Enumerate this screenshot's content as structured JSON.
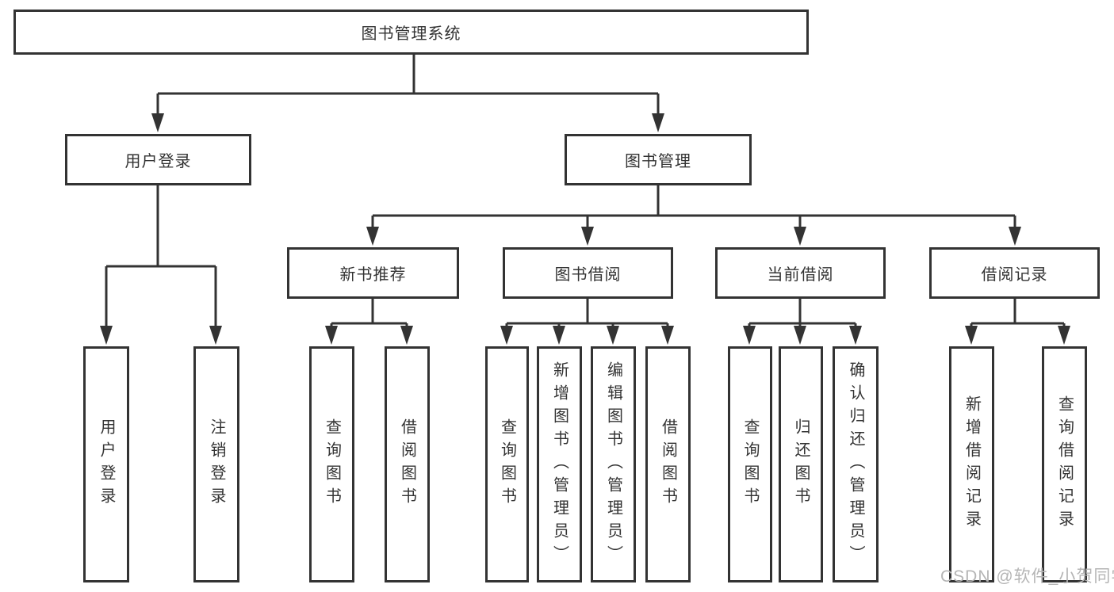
{
  "diagram": {
    "type": "tree-structure-diagram",
    "root": {
      "label": "图书管理系统",
      "children": [
        {
          "label": "用户登录",
          "children": [
            {
              "label": "用户登录"
            },
            {
              "label": "注销登录"
            }
          ]
        },
        {
          "label": "图书管理",
          "children": [
            {
              "label": "新书推荐",
              "children": [
                {
                  "label": "查询图书"
                },
                {
                  "label": "借阅图书"
                }
              ]
            },
            {
              "label": "图书借阅",
              "children": [
                {
                  "label": "查询图书"
                },
                {
                  "label": "新增图书（管理员）"
                },
                {
                  "label": "编辑图书（管理员）"
                },
                {
                  "label": "借阅图书"
                }
              ]
            },
            {
              "label": "当前借阅",
              "children": [
                {
                  "label": "查询图书"
                },
                {
                  "label": "归还图书"
                },
                {
                  "label": "确认归还（管理员）"
                }
              ]
            },
            {
              "label": "借阅记录",
              "children": [
                {
                  "label": "新增借阅记录"
                },
                {
                  "label": "查询借阅记录"
                }
              ]
            }
          ]
        }
      ]
    },
    "watermark": "CSDN @软件_小贺同学",
    "colors": {
      "line": "#333333",
      "text": "#333333",
      "box_background": "#ffffff",
      "watermark": "#b5b5b5",
      "background": "#ffffff"
    }
  }
}
